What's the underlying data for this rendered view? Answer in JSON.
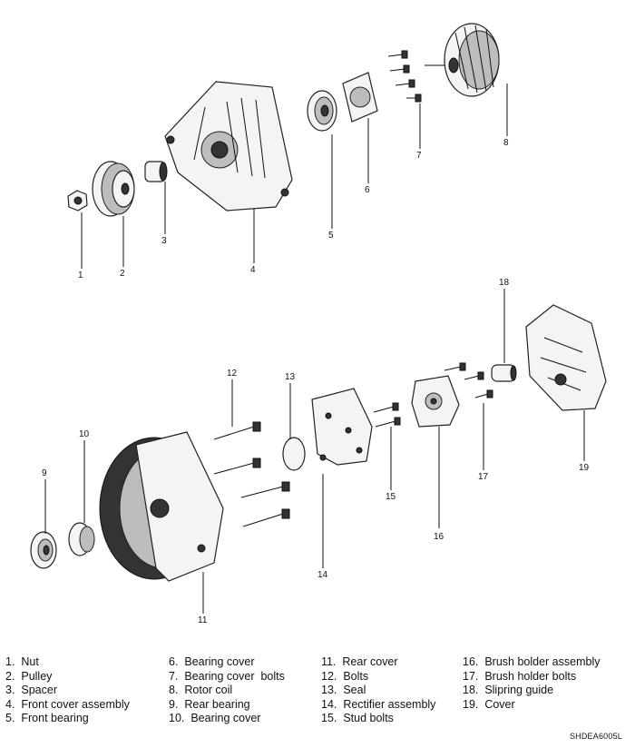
{
  "callouts": [
    "1",
    "2",
    "3",
    "4",
    "5",
    "6",
    "7",
    "8",
    "9",
    "10",
    "11",
    "12",
    "13",
    "14",
    "15",
    "16",
    "17",
    "18",
    "19"
  ],
  "legend": {
    "col1": [
      "1.  Nut",
      "2.  Pulley",
      "3.  Spacer",
      "4.  Front cover assembly",
      "5.  Front bearing"
    ],
    "col2": [
      "6.  Bearing cover",
      "7.  Bearing cover  bolts",
      "8.  Rotor coil",
      "9.  Rear bearing",
      "10.  Bearing cover"
    ],
    "col3": [
      "11.  Rear cover",
      "12.  Bolts",
      "13.  Seal",
      "14.  Rectifier assembly",
      "15.  Stud bolts"
    ],
    "col4": [
      "16.  Brush bolder assembly",
      "17.  Brush holder bolts",
      "18.  Slipring guide",
      "19.  Cover"
    ]
  },
  "figure_code": "SHDEA6005L"
}
